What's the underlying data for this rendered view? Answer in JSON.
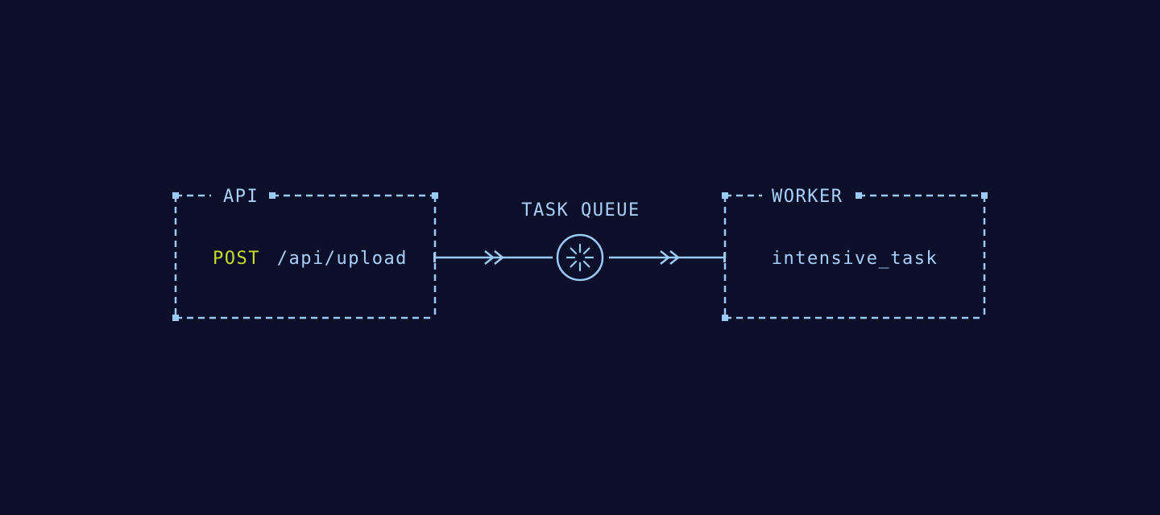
{
  "diagram": {
    "colors": {
      "background": "#0b0f29",
      "line": "#9ccaf8",
      "method_accent": "#c7dc2a",
      "text": "#a9d0fa"
    },
    "api": {
      "title": "API",
      "method": "POST",
      "path": "/api/upload"
    },
    "queue": {
      "title": "TASK QUEUE",
      "icon": "spinner-icon"
    },
    "worker": {
      "title": "WORKER",
      "task": "intensive_task"
    }
  }
}
